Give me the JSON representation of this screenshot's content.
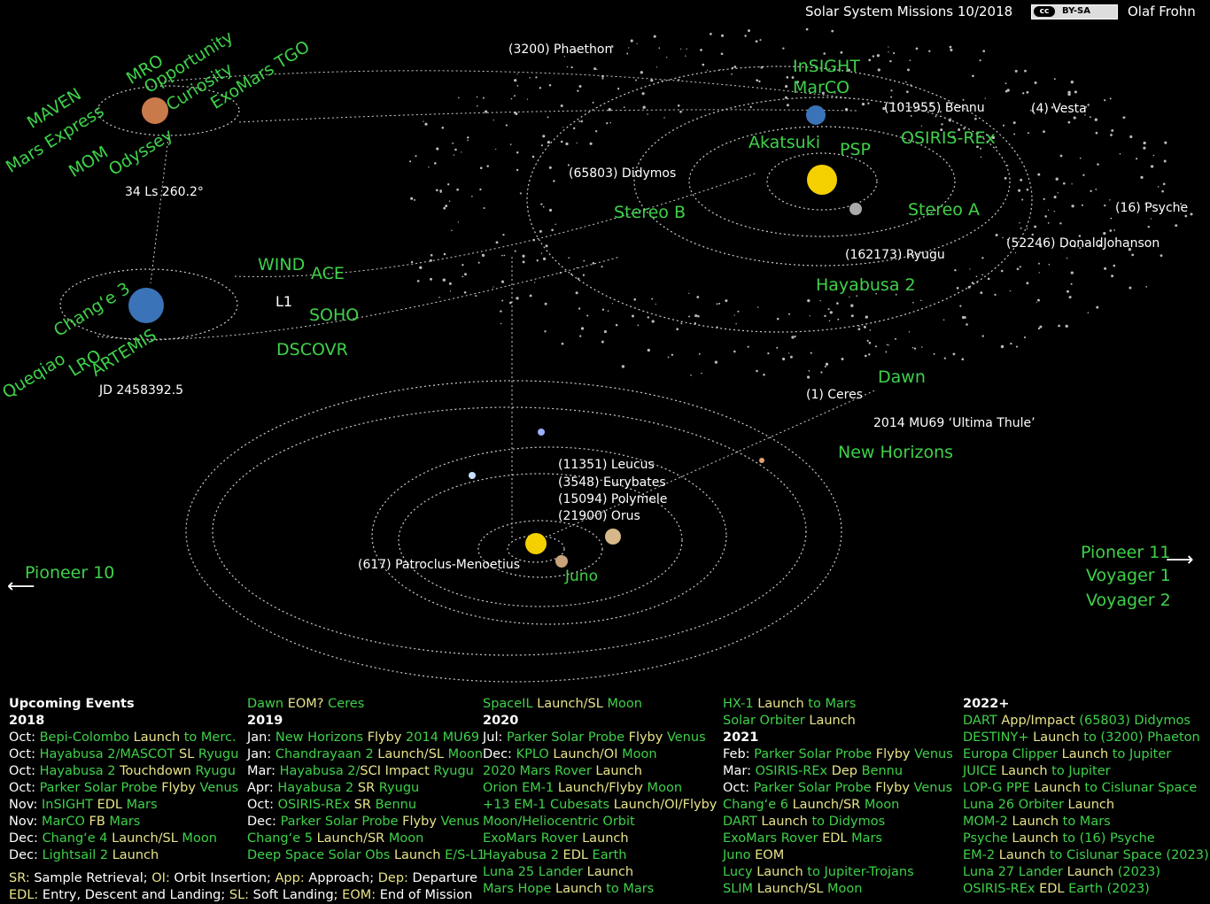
{
  "header": {
    "title": "Solar System Missions 10/2018",
    "license": "BY-SA",
    "license_badge": "cc",
    "author": "Olaf Frohn"
  },
  "mars": {
    "missions": [
      "MAVEN",
      "MRO",
      "Opportunity",
      "Curiosity",
      "ExoMars TGO",
      "Mars Express",
      "MOM",
      "Odyssey"
    ],
    "ls_readout": "34 Ls 260.2°"
  },
  "earth": {
    "missions": [
      "Chang‘e 3",
      "Queqiao",
      "LRO",
      "ARTEMIS"
    ],
    "jd_readout": "JD 2458392.5",
    "l1_missions": [
      "WIND",
      "ACE",
      "SOHO",
      "DSCOVR"
    ],
    "l1_label": "L1"
  },
  "inner": {
    "missions": [
      "InSIGHT",
      "MarCO",
      "Akatsuki",
      "PSP",
      "OSIRIS-REx",
      "Stereo B",
      "Stereo A",
      "Hayabusa 2"
    ],
    "asteroids": [
      "(3200) Phaethon",
      "(101955) Bennu",
      "(4) Vesta",
      "(65803) Didymos",
      "(16) Psyche",
      "(52246) DonaldJohanson",
      "(162173) Ryugu"
    ]
  },
  "outer": {
    "missions": [
      "Dawn",
      "New Horizons",
      "Juno",
      "Pioneer 10",
      "Pioneer 11",
      "Voyager 1",
      "Voyager 2"
    ],
    "objects": [
      "(1) Ceres",
      "2014 MU69 ‘Ultima Thule’",
      "(11351) Leucus",
      "(3548) Eurybates",
      "(15094) Polymele",
      "(21900) Orus",
      "(617) Patroclus-Menoetius"
    ]
  },
  "events": {
    "heading": "Upcoming Events",
    "columns": [
      [
        {
          "type": "head",
          "text": "Upcoming Events"
        },
        {
          "type": "year",
          "text": "2018"
        },
        {
          "type": "row",
          "parts": [
            [
              "t1",
              "Oct: "
            ],
            [
              "t2",
              "Bepi-Colombo "
            ],
            [
              "t3",
              "Launch"
            ],
            [
              "t2",
              " to Merc."
            ]
          ]
        },
        {
          "type": "row",
          "parts": [
            [
              "t1",
              "Oct: "
            ],
            [
              "t2",
              "Hayabusa 2/MASCOT "
            ],
            [
              "t3",
              "SL"
            ],
            [
              "t2",
              " Ryugu"
            ]
          ]
        },
        {
          "type": "row",
          "parts": [
            [
              "t1",
              "Oct: "
            ],
            [
              "t2",
              "Hayabusa 2 "
            ],
            [
              "t3",
              "Touchdown"
            ],
            [
              "t2",
              " Ryugu"
            ]
          ]
        },
        {
          "type": "row",
          "parts": [
            [
              "t1",
              "Oct: "
            ],
            [
              "t2",
              "Parker Solar Probe "
            ],
            [
              "t3",
              "Flyby"
            ],
            [
              "t2",
              " Venus"
            ]
          ]
        },
        {
          "type": "row",
          "parts": [
            [
              "t1",
              "Nov: "
            ],
            [
              "t2",
              "InSIGHT "
            ],
            [
              "t3",
              "EDL"
            ],
            [
              "t2",
              " Mars"
            ]
          ]
        },
        {
          "type": "row",
          "parts": [
            [
              "t1",
              "Nov: "
            ],
            [
              "t2",
              "MarCO "
            ],
            [
              "t3",
              "FB"
            ],
            [
              "t2",
              " Mars"
            ]
          ]
        },
        {
          "type": "row",
          "parts": [
            [
              "t1",
              "Dec: "
            ],
            [
              "t2",
              "Chang‘e 4 "
            ],
            [
              "t3",
              "Launch/SL"
            ],
            [
              "t2",
              " Moon"
            ]
          ]
        },
        {
          "type": "row",
          "parts": [
            [
              "t1",
              "Dec: "
            ],
            [
              "t2",
              "Lightsail 2 "
            ],
            [
              "t3",
              "Launch"
            ]
          ]
        }
      ],
      [
        {
          "type": "row",
          "parts": [
            [
              "t2",
              "Dawn "
            ],
            [
              "t3",
              "EOM?"
            ],
            [
              "t2",
              " Ceres"
            ]
          ]
        },
        {
          "type": "year",
          "text": "2019"
        },
        {
          "type": "row",
          "parts": [
            [
              "t1",
              "Jan: "
            ],
            [
              "t2",
              "New Horizons "
            ],
            [
              "t3",
              "Flyby"
            ],
            [
              "t2",
              " 2014 MU69"
            ]
          ]
        },
        {
          "type": "row",
          "parts": [
            [
              "t1",
              "Jan: "
            ],
            [
              "t2",
              "Chandrayaan 2 "
            ],
            [
              "t3",
              "Launch/SL"
            ],
            [
              "t2",
              " Moon"
            ]
          ]
        },
        {
          "type": "row",
          "parts": [
            [
              "t1",
              "Mar: "
            ],
            [
              "t2",
              "Hayabusa 2/"
            ],
            [
              "t3",
              "SCI Impact"
            ],
            [
              "t2",
              " Ryugu"
            ]
          ]
        },
        {
          "type": "row",
          "parts": [
            [
              "t1",
              "Apr: "
            ],
            [
              "t2",
              "Hayabusa 2 "
            ],
            [
              "t3",
              "SR"
            ],
            [
              "t2",
              " Ryugu"
            ]
          ]
        },
        {
          "type": "row",
          "parts": [
            [
              "t1",
              "Oct: "
            ],
            [
              "t2",
              "OSIRIS-REx "
            ],
            [
              "t3",
              "SR"
            ],
            [
              "t2",
              " Bennu"
            ]
          ]
        },
        {
          "type": "row",
          "parts": [
            [
              "t1",
              "Dec: "
            ],
            [
              "t2",
              "Parker Solar Probe "
            ],
            [
              "t3",
              "Flyby"
            ],
            [
              "t2",
              " Venus"
            ]
          ]
        },
        {
          "type": "row",
          "parts": [
            [
              "t2",
              "Chang‘e 5 "
            ],
            [
              "t3",
              "Launch/SR"
            ],
            [
              "t2",
              " Moon"
            ]
          ]
        },
        {
          "type": "row",
          "parts": [
            [
              "t2",
              "Deep Space Solar Obs "
            ],
            [
              "t3",
              "Launch"
            ],
            [
              "t2",
              " E/S-L1"
            ]
          ]
        }
      ],
      [
        {
          "type": "row",
          "parts": [
            [
              "t2",
              "SpaceIL "
            ],
            [
              "t3",
              "Launch/SL"
            ],
            [
              "t2",
              " Moon"
            ]
          ]
        },
        {
          "type": "year",
          "text": "2020"
        },
        {
          "type": "row",
          "parts": [
            [
              "t1",
              "Jul: "
            ],
            [
              "t2",
              "Parker Solar Probe "
            ],
            [
              "t3",
              "Flyby"
            ],
            [
              "t2",
              " Venus"
            ]
          ]
        },
        {
          "type": "row",
          "parts": [
            [
              "t1",
              "Dec: "
            ],
            [
              "t2",
              "KPLO "
            ],
            [
              "t3",
              "Launch/OI"
            ],
            [
              "t2",
              " Moon"
            ]
          ]
        },
        {
          "type": "row",
          "parts": [
            [
              "t2",
              "2020 Mars Rover "
            ],
            [
              "t3",
              "Launch"
            ]
          ]
        },
        {
          "type": "row",
          "parts": [
            [
              "t2",
              "Orion EM-1 "
            ],
            [
              "t3",
              "Launch/Flyby"
            ],
            [
              "t2",
              " Moon"
            ]
          ]
        },
        {
          "type": "row",
          "parts": [
            [
              "t2",
              "+13 EM-1 Cubesats "
            ],
            [
              "t3",
              "Launch/OI/Flyby"
            ]
          ]
        },
        {
          "type": "row",
          "parts": [
            [
              "t2",
              "  Moon/Heliocentric Orbit"
            ]
          ]
        },
        {
          "type": "row",
          "parts": [
            [
              "t2",
              "ExoMars Rover "
            ],
            [
              "t3",
              "Launch"
            ]
          ]
        },
        {
          "type": "row",
          "parts": [
            [
              "t2",
              "Hayabusa 2 "
            ],
            [
              "t3",
              "EDL"
            ],
            [
              "t2",
              " Earth"
            ]
          ]
        },
        {
          "type": "row",
          "parts": [
            [
              "t2",
              "Luna 25 Lander "
            ],
            [
              "t3",
              "Launch"
            ]
          ]
        },
        {
          "type": "row",
          "parts": [
            [
              "t2",
              "Mars Hope "
            ],
            [
              "t3",
              "Launch"
            ],
            [
              "t2",
              " to Mars"
            ]
          ]
        }
      ],
      [
        {
          "type": "row",
          "parts": [
            [
              "t2",
              "HX-1 "
            ],
            [
              "t3",
              "Launch"
            ],
            [
              "t2",
              " to Mars"
            ]
          ]
        },
        {
          "type": "row",
          "parts": [
            [
              "t2",
              "Solar Orbiter "
            ],
            [
              "t3",
              "Launch"
            ]
          ]
        },
        {
          "type": "year",
          "text": "2021"
        },
        {
          "type": "row",
          "parts": [
            [
              "t1",
              "Feb: "
            ],
            [
              "t2",
              "Parker Solar Probe "
            ],
            [
              "t3",
              "Flyby"
            ],
            [
              "t2",
              " Venus"
            ]
          ]
        },
        {
          "type": "row",
          "parts": [
            [
              "t1",
              "Mar: "
            ],
            [
              "t2",
              "OSIRIS-REx "
            ],
            [
              "t3",
              "Dep"
            ],
            [
              "t2",
              " Bennu"
            ]
          ]
        },
        {
          "type": "row",
          "parts": [
            [
              "t1",
              "Oct: "
            ],
            [
              "t2",
              "Parker Solar Probe "
            ],
            [
              "t3",
              "Flyby"
            ],
            [
              "t2",
              " Venus"
            ]
          ]
        },
        {
          "type": "row",
          "parts": [
            [
              "t2",
              "Chang‘e 6 "
            ],
            [
              "t3",
              "Launch/SR"
            ],
            [
              "t2",
              " Moon"
            ]
          ]
        },
        {
          "type": "row",
          "parts": [
            [
              "t2",
              "DART "
            ],
            [
              "t3",
              "Launch"
            ],
            [
              "t2",
              " to Didymos"
            ]
          ]
        },
        {
          "type": "row",
          "parts": [
            [
              "t2",
              "ExoMars Rover "
            ],
            [
              "t3",
              "EDL"
            ],
            [
              "t2",
              " Mars"
            ]
          ]
        },
        {
          "type": "row",
          "parts": [
            [
              "t2",
              "Juno "
            ],
            [
              "t3",
              "EOM"
            ]
          ]
        },
        {
          "type": "row",
          "parts": [
            [
              "t2",
              "Lucy "
            ],
            [
              "t3",
              "Launch"
            ],
            [
              "t2",
              " to Jupiter-Trojans"
            ]
          ]
        },
        {
          "type": "row",
          "parts": [
            [
              "t2",
              "SLIM "
            ],
            [
              "t3",
              "Launch/SL"
            ],
            [
              "t2",
              " Moon"
            ]
          ]
        }
      ],
      [
        {
          "type": "year",
          "text": "2022+"
        },
        {
          "type": "row",
          "parts": [
            [
              "t2",
              "DART "
            ],
            [
              "t3",
              "App/Impact"
            ],
            [
              "t2",
              " (65803) Didymos"
            ]
          ]
        },
        {
          "type": "row",
          "parts": [
            [
              "t2",
              "DESTINY+ "
            ],
            [
              "t3",
              "Launch"
            ],
            [
              "t2",
              " to (3200) Phaeton"
            ]
          ]
        },
        {
          "type": "row",
          "parts": [
            [
              "t2",
              "Europa Clipper "
            ],
            [
              "t3",
              "Launch"
            ],
            [
              "t2",
              " to Jupiter"
            ]
          ]
        },
        {
          "type": "row",
          "parts": [
            [
              "t2",
              "JUICE "
            ],
            [
              "t3",
              "Launch"
            ],
            [
              "t2",
              " to Jupiter"
            ]
          ]
        },
        {
          "type": "row",
          "parts": [
            [
              "t2",
              "LOP-G PPE "
            ],
            [
              "t3",
              "Launch"
            ],
            [
              "t2",
              " to Cislunar Space"
            ]
          ]
        },
        {
          "type": "row",
          "parts": [
            [
              "t2",
              "Luna 26 Orbiter "
            ],
            [
              "t3",
              "Launch"
            ]
          ]
        },
        {
          "type": "row",
          "parts": [
            [
              "t2",
              "MOM-2 "
            ],
            [
              "t3",
              "Launch"
            ],
            [
              "t2",
              " to Mars"
            ]
          ]
        },
        {
          "type": "row",
          "parts": [
            [
              "t2",
              "Psyche "
            ],
            [
              "t3",
              "Launch"
            ],
            [
              "t2",
              " to (16) Psyche"
            ]
          ]
        },
        {
          "type": "row",
          "parts": [
            [
              "t2",
              "EM-2 "
            ],
            [
              "t3",
              "Launch"
            ],
            [
              "t2",
              " to Cislunar Space (2023)"
            ]
          ]
        },
        {
          "type": "row",
          "parts": [
            [
              "t2",
              "Luna 27 Lander "
            ],
            [
              "t3",
              "Launch"
            ],
            [
              "t2",
              " (2023)"
            ]
          ]
        },
        {
          "type": "row",
          "parts": [
            [
              "t2",
              "OSIRIS-REx "
            ],
            [
              "t3",
              "EDL"
            ],
            [
              "t2",
              " Earth (2023)"
            ]
          ]
        }
      ]
    ]
  },
  "legend": {
    "line1": [
      [
        "k",
        "SR:"
      ],
      [
        "d",
        " Sample Retrieval; "
      ],
      [
        "k",
        "OI:"
      ],
      [
        "d",
        " Orbit Insertion; "
      ],
      [
        "k",
        "App:"
      ],
      [
        "d",
        " Approach; "
      ],
      [
        "k",
        "Dep:"
      ],
      [
        "d",
        " Departure"
      ]
    ],
    "line2": [
      [
        "k",
        "EDL:"
      ],
      [
        "d",
        " Entry, Descent and Landing; "
      ],
      [
        "k",
        "SL:"
      ],
      [
        "d",
        " Soft Landing; "
      ],
      [
        "k",
        "EOM:"
      ],
      [
        "d",
        " End of Mission"
      ]
    ]
  },
  "colors": {
    "mission": "#3fd14a",
    "event_keyword": "#e8e48a",
    "background": "#000000",
    "sun": "#f5d000"
  }
}
